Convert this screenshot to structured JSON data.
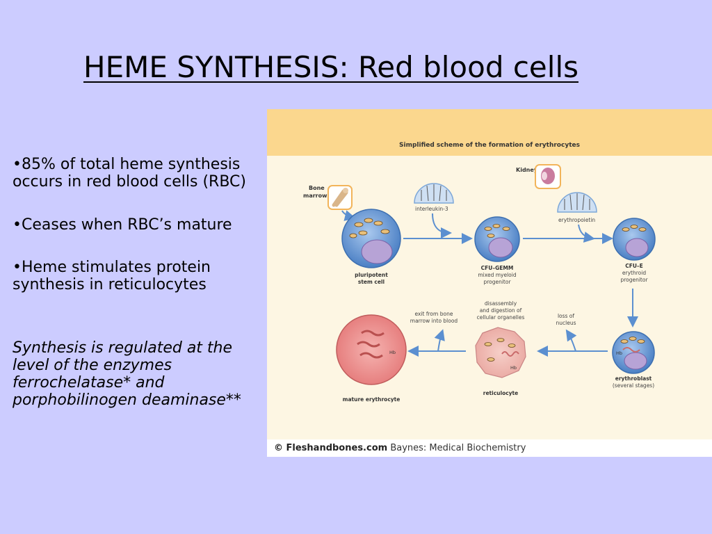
{
  "slide": {
    "title": "HEME SYNTHESIS:  Red blood cells",
    "bullets": [
      "•85% of total heme synthesis occurs in red blood cells (RBC)",
      "•Ceases when RBC’s mature",
      "•Heme stimulates protein synthesis in reticulocytes",
      "Synthesis is regulated at the level of the enzymes ferrochelatase* and porphobilinogen deaminase**"
    ]
  },
  "figure": {
    "title": "Simplified scheme of the formation of erythrocytes",
    "labels": {
      "bone_marrow_1": "Bone",
      "bone_marrow_2": "marrow",
      "kidney": "Kidney",
      "interleukin": "interleukin-3",
      "erythropoietin": "erythropoietin",
      "stem_1": "pluripotent",
      "stem_2": "stem cell",
      "cfugemm_1": "CFU–GEMM",
      "cfugemm_2": "mixed myeloid",
      "cfugemm_3": "progenitor",
      "cfue_1": "CFU–E",
      "cfue_2": "erythroid",
      "cfue_3": "progenitor",
      "erythroblast_1": "erythroblast",
      "erythroblast_2": "(several stages)",
      "reticulocyte": "reticulocyte",
      "mature": "mature erythrocyte",
      "exit_1": "exit from bone",
      "exit_2": "marrow into blood",
      "disassembly_1": "disassembly",
      "disassembly_2": "and digestion of",
      "disassembly_3": "cellular organelles",
      "loss_1": "loss of",
      "loss_2": "nucleus",
      "hb": "Hb"
    },
    "credit_brand": "© Fleshandbones.com",
    "credit_text": " Baynes: Medical Biochemistry",
    "colors": {
      "header": "#fbd78e",
      "panel": "#fdf6e3",
      "cell_blue": "#6f9fd8",
      "nucleus": "#b7a3d6",
      "arrow": "#5b8fd0",
      "mature_cell": "#ec8a8a"
    }
  }
}
